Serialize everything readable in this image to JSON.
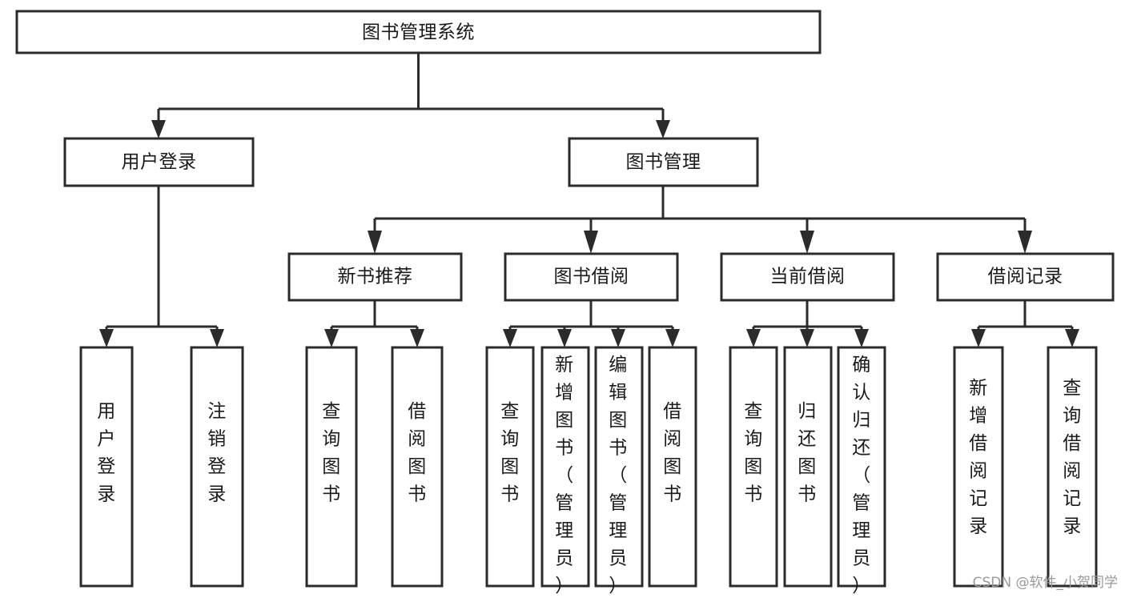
{
  "diagram": {
    "type": "tree",
    "title": "图书管理系统",
    "background_color": "#ffffff",
    "stroke_color": "#2b2b2b",
    "text_color": "#1a1a1a",
    "watermark": "CSDN @软件_小贺同学",
    "watermark_color": "#9a9a9a",
    "nodes": {
      "root": {
        "label": "图书管理系统",
        "level": 0,
        "orientation": "horizontal"
      },
      "l2_0": {
        "label": "用户登录",
        "level": 1,
        "orientation": "horizontal"
      },
      "l2_1": {
        "label": "图书管理",
        "level": 1,
        "orientation": "horizontal"
      },
      "l3_0": {
        "label": "新书推荐",
        "level": 2,
        "orientation": "horizontal"
      },
      "l3_1": {
        "label": "图书借阅",
        "level": 2,
        "orientation": "horizontal"
      },
      "l3_2": {
        "label": "当前借阅",
        "level": 2,
        "orientation": "horizontal"
      },
      "l3_3": {
        "label": "借阅记录",
        "level": 2,
        "orientation": "horizontal"
      },
      "leaf_0": {
        "label": "用户登录",
        "level": 3,
        "orientation": "vertical",
        "parent": "用户登录"
      },
      "leaf_1": {
        "label": "注销登录",
        "level": 3,
        "orientation": "vertical",
        "parent": "用户登录"
      },
      "leaf_2": {
        "label": "查询图书",
        "level": 3,
        "orientation": "vertical",
        "parent": "新书推荐"
      },
      "leaf_3": {
        "label": "借阅图书",
        "level": 3,
        "orientation": "vertical",
        "parent": "新书推荐"
      },
      "leaf_4": {
        "label": "查询图书",
        "level": 3,
        "orientation": "vertical",
        "parent": "图书借阅"
      },
      "leaf_5": {
        "label": "新增图书（管理员）",
        "level": 3,
        "orientation": "vertical",
        "parent": "图书借阅"
      },
      "leaf_6": {
        "label": "编辑图书（管理员）",
        "level": 3,
        "orientation": "vertical",
        "parent": "图书借阅"
      },
      "leaf_7": {
        "label": "借阅图书",
        "level": 3,
        "orientation": "vertical",
        "parent": "图书借阅"
      },
      "leaf_8": {
        "label": "查询图书",
        "level": 3,
        "orientation": "vertical",
        "parent": "当前借阅"
      },
      "leaf_9": {
        "label": "归还图书",
        "level": 3,
        "orientation": "vertical",
        "parent": "当前借阅"
      },
      "leaf_10": {
        "label": "确认归还（管理员）",
        "level": 3,
        "orientation": "vertical",
        "parent": "当前借阅"
      },
      "leaf_11": {
        "label": "新增借阅记录",
        "level": 3,
        "orientation": "vertical",
        "parent": "借阅记录"
      },
      "leaf_12": {
        "label": "查询借阅记录",
        "level": 3,
        "orientation": "vertical",
        "parent": "借阅记录"
      }
    }
  }
}
